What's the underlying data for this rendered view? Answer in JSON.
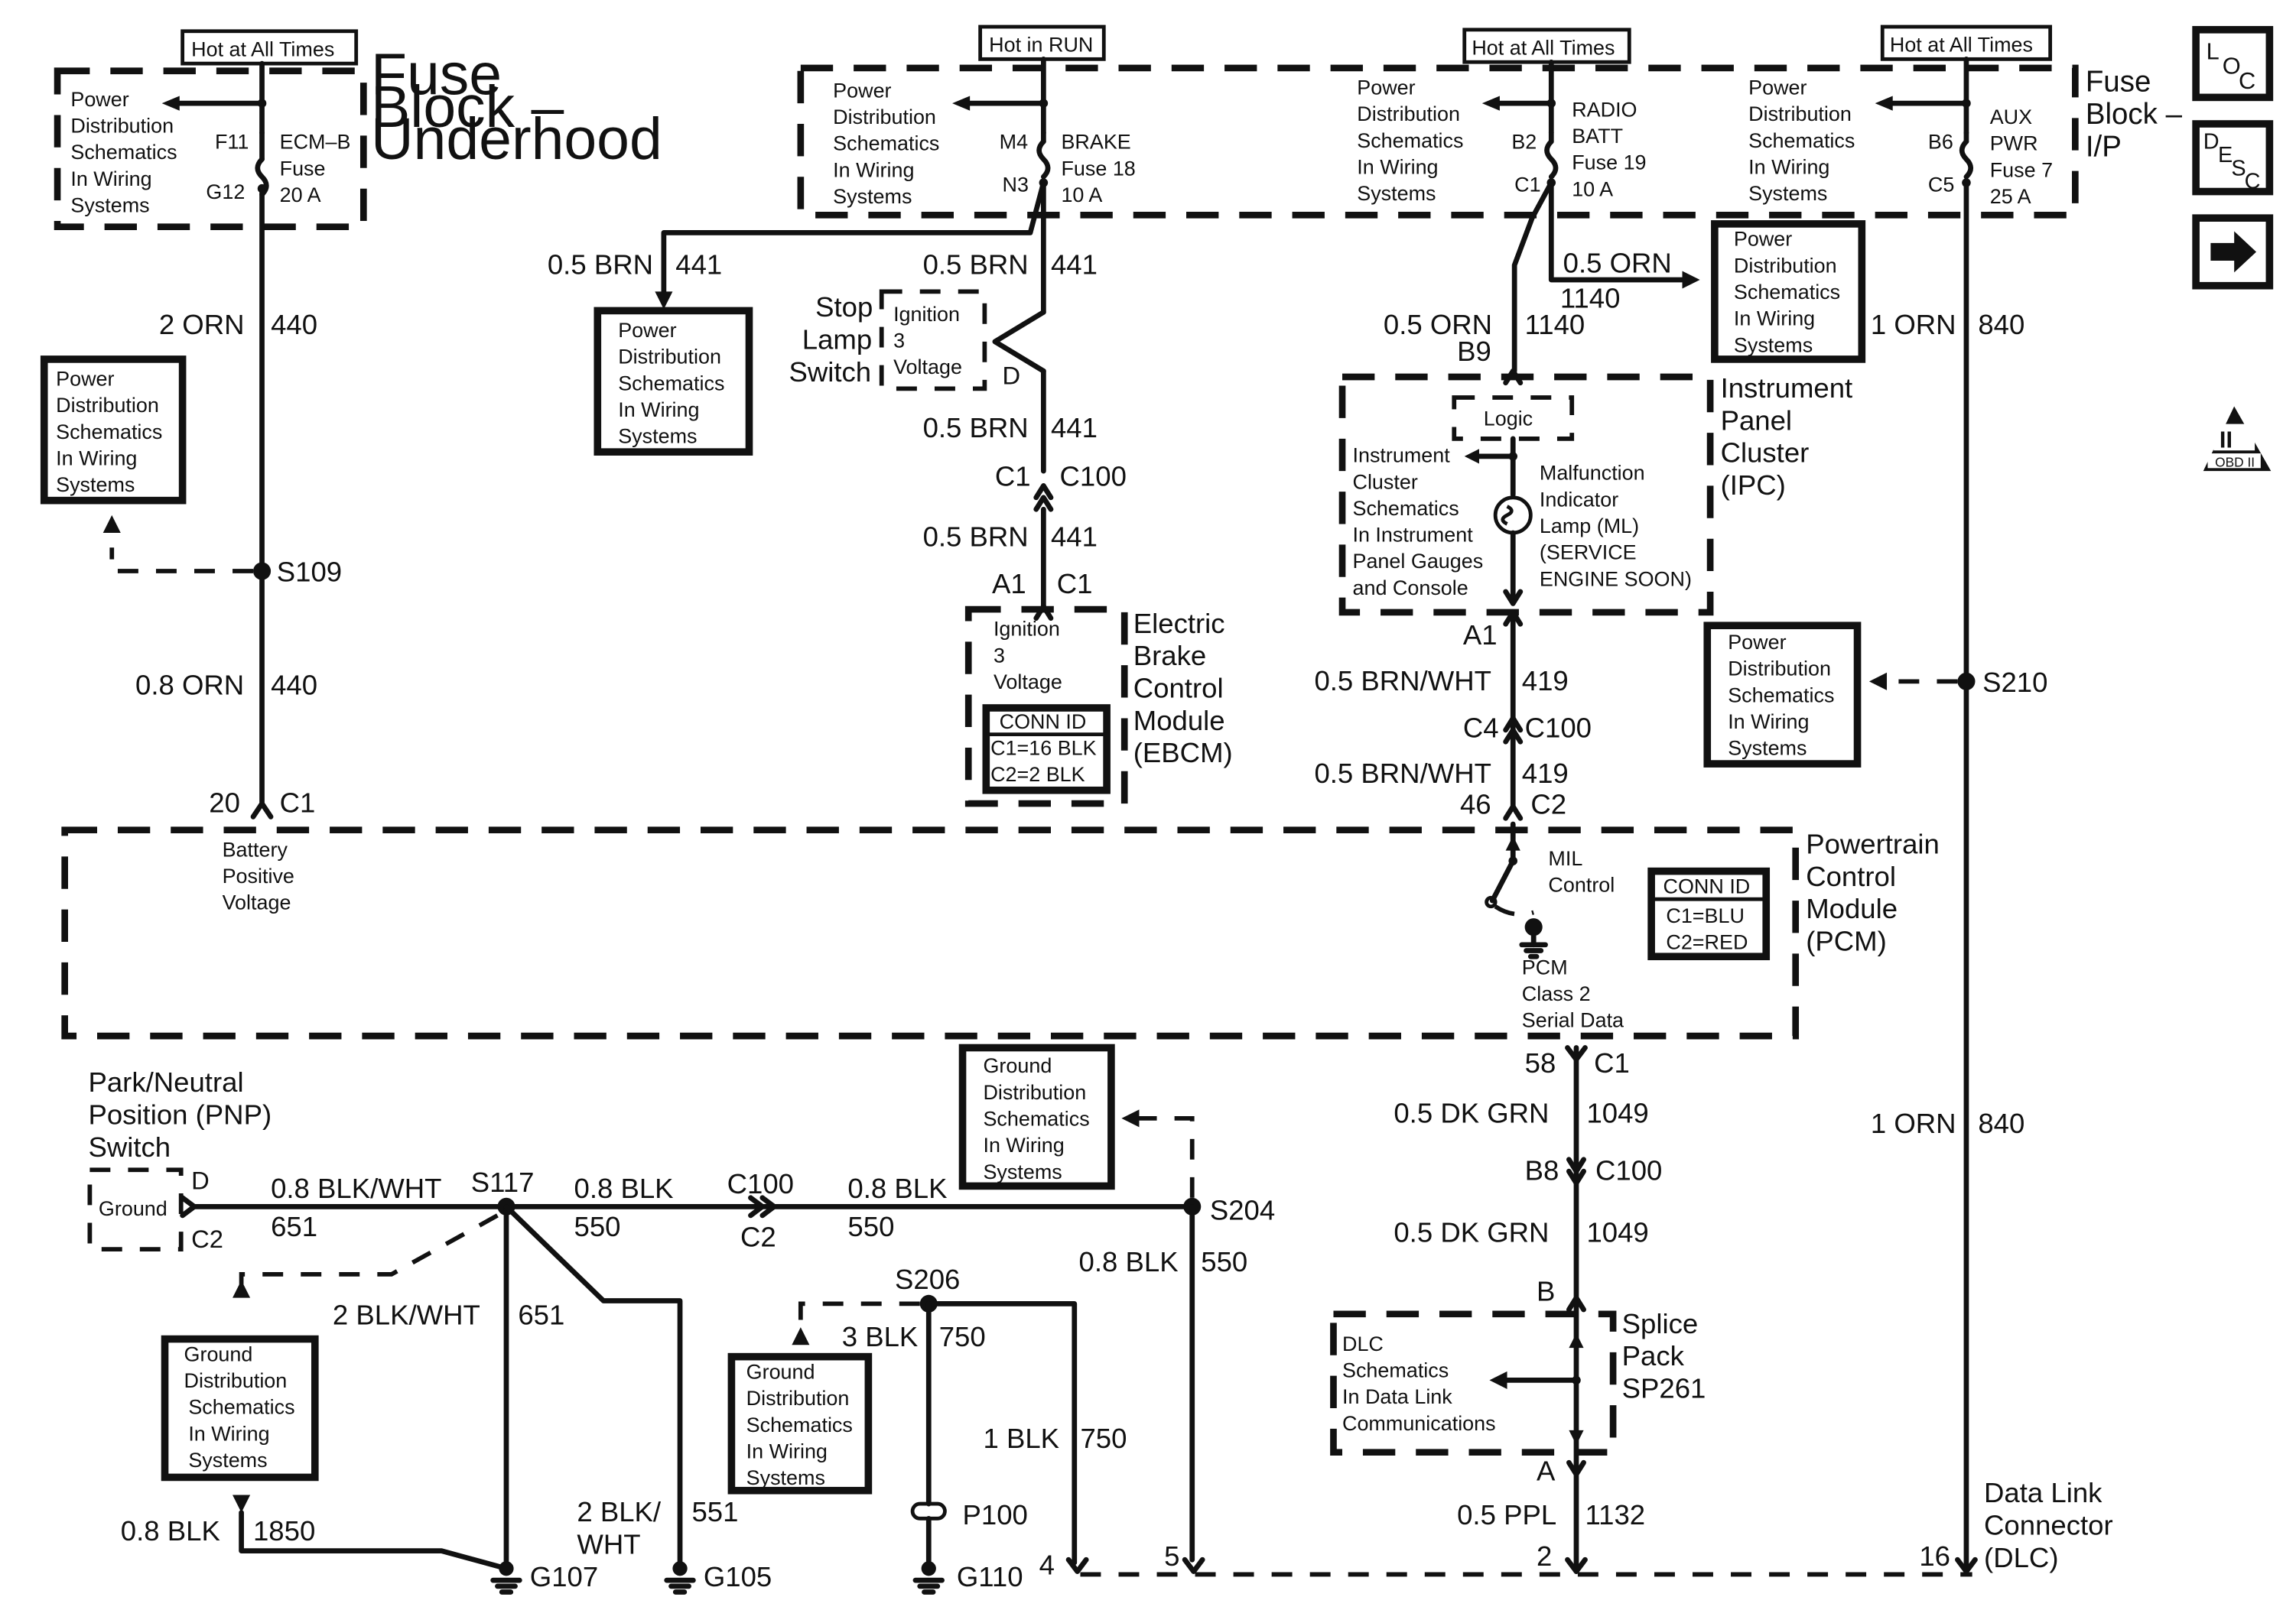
{
  "page": {
    "hot_at_all_times": "Hot at All Times",
    "hot_in_run": "Hot in RUN",
    "pds_line1": "Power",
    "pds_line2": "Distribution",
    "pds_line3": "Schematics",
    "pds_line4": "In Wiring",
    "pds_line5": "Systems",
    "gds_line1": "Ground",
    "gds_line2": "Distribution",
    "gds_line3": "Schematics",
    "gds_line4": "In Wiring",
    "gds_line5": "Systems"
  },
  "fuse_block_underhood": {
    "title_line1": "Fuse",
    "title_line2": "Block –",
    "title_line3": "Underhood",
    "in_term": "F11",
    "out_term": "G12",
    "fuse_line1": "ECM–B",
    "fuse_line2": "Fuse",
    "fuse_line3": "20 A"
  },
  "fuse_block_ip": {
    "title_line1": "Fuse",
    "title_line2": "Block –",
    "title_line3": "I/P",
    "brake": {
      "in_term": "M4",
      "out_term": "N3",
      "line1": "BRAKE",
      "line2": "Fuse 18",
      "line3": "10 A"
    },
    "radio": {
      "in_term": "B2",
      "out_term": "C1",
      "line1": "RADIO",
      "line2": "BATT",
      "line3": "Fuse 19",
      "line4": "10 A"
    },
    "aux": {
      "in_term": "B6",
      "out_term": "C5",
      "line1": "AUX",
      "line2": "PWR",
      "line3": "Fuse 7",
      "line4": "25 A"
    }
  },
  "wires": {
    "w440_color": "2 ORN",
    "w440_num": "440",
    "w440b_color": "0.8 ORN",
    "w440b_num": "440",
    "w441_color": "0.5 BRN",
    "w441_num": "441",
    "w1140_color": "0.5 ORN",
    "w1140_num": "1140",
    "w840_color": "1 ORN",
    "w840_num": "840",
    "w419_color": "0.5 BRN/WHT",
    "w419_num": "419",
    "w1049_color": "0.5 DK GRN",
    "w1049_num": "1049",
    "w1132_color": "0.5 PPL",
    "w1132_num": "1132",
    "w651_color": "0.8 BLK/WHT",
    "w651_num": "651",
    "w651b_color": "2 BLK/WHT",
    "w651b_num": "651",
    "w550_color": "0.8 BLK",
    "w550_num": "550",
    "w750_color": "3 BLK",
    "w750_num": "750",
    "w750b_color": "1 BLK",
    "w750b_num": "750",
    "w551_color1": "2 BLK/",
    "w551_color2": "WHT",
    "w551_num": "551",
    "w1850_color": "0.8 BLK",
    "w1850_num": "1850"
  },
  "splices": {
    "s109": "S109",
    "s210": "S210",
    "s117": "S117",
    "s204": "S204",
    "s206": "S206"
  },
  "grounds": {
    "g107": "G107",
    "g105": "G105",
    "g110": "G110",
    "p100": "P100"
  },
  "connectors": {
    "c1": "C1",
    "c2": "C2",
    "c4": "C4",
    "c100": "C100",
    "a1": "A1",
    "b8": "B8",
    "b9": "B9",
    "d": "D",
    "pin20": "20",
    "pin46": "46",
    "pin58": "58",
    "pin_a": "A",
    "pin_b": "B",
    "pin4": "4",
    "pin5": "5",
    "pin2": "2",
    "pin16": "16"
  },
  "stop_lamp_switch": {
    "title_line1": "Stop",
    "title_line2": "Lamp",
    "title_line3": "Switch",
    "inner_line1": "Ignition",
    "inner_line2": "3",
    "inner_line3": "Voltage"
  },
  "ebcm": {
    "title_line1": "Electric",
    "title_line2": "Brake",
    "title_line3": "Control",
    "title_line4": "Module",
    "title_line5": "(EBCM)",
    "inner_line1": "Ignition",
    "inner_line2": "3",
    "inner_line3": "Voltage",
    "conn_title": "CONN ID",
    "conn_line1": "C1=16 BLK",
    "conn_line2": "C2=2 BLK"
  },
  "ipc": {
    "title_line1": "Instrument",
    "title_line2": "Panel",
    "title_line3": "Cluster",
    "title_line4": "(IPC)",
    "logic": "Logic",
    "ics_line1": "Instrument",
    "ics_line2": "Cluster",
    "ics_line3": "Schematics",
    "ics_line4": "In Instrument",
    "ics_line5": "Panel Gauges",
    "ics_line6": "and Console",
    "mil_line1": "Malfunction",
    "mil_line2": "Indicator",
    "mil_line3": "Lamp (ML)",
    "mil_line4": "(SERVICE",
    "mil_line5": "ENGINE SOON)"
  },
  "pcm": {
    "title_line1": "Powertrain",
    "title_line2": "Control",
    "title_line3": "Module",
    "title_line4": "(PCM)",
    "bpv_line1": "Battery",
    "bpv_line2": "Positive",
    "bpv_line3": "Voltage",
    "mil_line1": "MIL",
    "mil_line2": "Control",
    "serial_line1": "PCM",
    "serial_line2": "Class 2",
    "serial_line3": "Serial Data",
    "conn_title": "CONN ID",
    "conn_line1": "C1=BLU",
    "conn_line2": "C2=RED"
  },
  "pnp": {
    "title_line1": "Park/Neutral",
    "title_line2": "Position (PNP)",
    "title_line3": "Switch",
    "ground": "Ground"
  },
  "splice_pack": {
    "title_line1": "Splice",
    "title_line2": "Pack",
    "title_line3": "SP261",
    "dlc_line1": "DLC",
    "dlc_line2": "Schematics",
    "dlc_line3": "In Data Link",
    "dlc_line4": "Communications"
  },
  "dlc": {
    "title_line1": "Data Link",
    "title_line2": "Connector",
    "title_line3": "(DLC)"
  },
  "nav": {
    "loc_l": "L",
    "loc_o": "O",
    "loc_c": "C",
    "desc_d": "D",
    "desc_e": "E",
    "desc_s": "S",
    "desc_c": "C",
    "obd_numeral": "II",
    "obd_text": "OBD II"
  }
}
